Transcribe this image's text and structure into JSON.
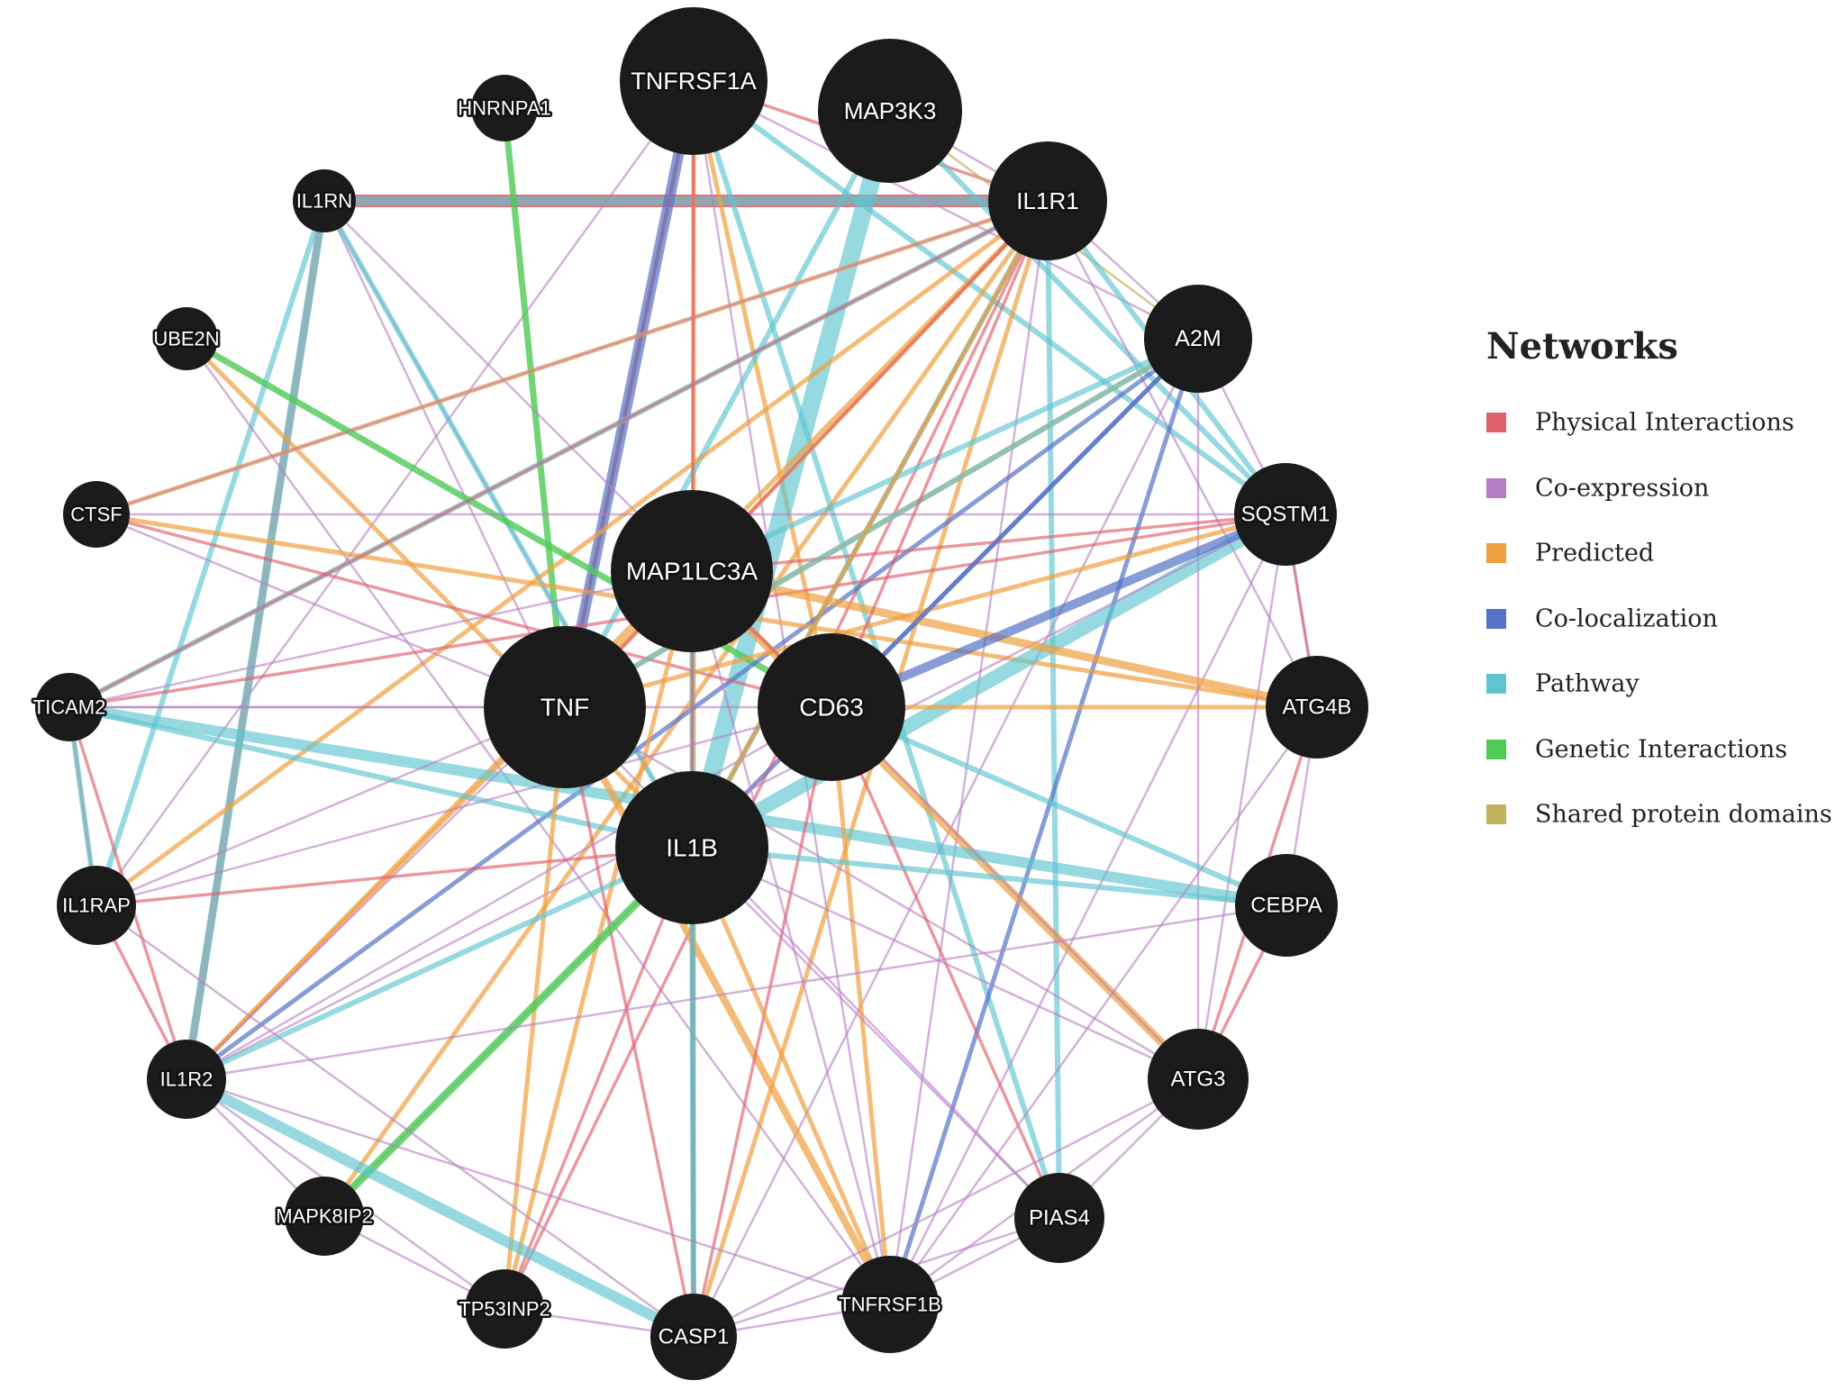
{
  "legend": {
    "title": "Networks",
    "items": [
      {
        "key": "physical",
        "label": "Physical Interactions",
        "color": "#e0606c"
      },
      {
        "key": "coexpression",
        "label": "Co-expression",
        "color": "#b57ec2"
      },
      {
        "key": "predicted",
        "label": "Predicted",
        "color": "#f0a040"
      },
      {
        "key": "colocalization",
        "label": "Co-localization",
        "color": "#5572c8"
      },
      {
        "key": "pathway",
        "label": "Pathway",
        "color": "#5ec4cf"
      },
      {
        "key": "genetic",
        "label": "Genetic Interactions",
        "color": "#4ecb55"
      },
      {
        "key": "domains",
        "label": "Shared protein domains",
        "color": "#c2b45c"
      }
    ]
  },
  "nodes": [
    {
      "id": "TNFRSF1A",
      "label": "TNFRSF1A"
    },
    {
      "id": "MAP3K3",
      "label": "MAP3K3"
    },
    {
      "id": "HNRNPA1",
      "label": "HNRNPA1"
    },
    {
      "id": "IL1RN",
      "label": "IL1RN"
    },
    {
      "id": "IL1R1",
      "label": "IL1R1"
    },
    {
      "id": "UBE2N",
      "label": "UBE2N"
    },
    {
      "id": "A2M",
      "label": "A2M"
    },
    {
      "id": "CTSF",
      "label": "CTSF"
    },
    {
      "id": "SQSTM1",
      "label": "SQSTM1"
    },
    {
      "id": "MAP1LC3A",
      "label": "MAP1LC3A"
    },
    {
      "id": "TICAM2",
      "label": "TICAM2"
    },
    {
      "id": "TNF",
      "label": "TNF"
    },
    {
      "id": "CD63",
      "label": "CD63"
    },
    {
      "id": "ATG4B",
      "label": "ATG4B"
    },
    {
      "id": "IL1B",
      "label": "IL1B"
    },
    {
      "id": "IL1RAP",
      "label": "IL1RAP"
    },
    {
      "id": "CEBPA",
      "label": "CEBPA"
    },
    {
      "id": "IL1R2",
      "label": "IL1R2"
    },
    {
      "id": "ATG3",
      "label": "ATG3"
    },
    {
      "id": "MAPK8IP2",
      "label": "MAPK8IP2"
    },
    {
      "id": "PIAS4",
      "label": "PIAS4"
    },
    {
      "id": "TP53INP2",
      "label": "TP53INP2"
    },
    {
      "id": "CASP1",
      "label": "CASP1"
    },
    {
      "id": "TNFRSF1B",
      "label": "TNFRSF1B"
    }
  ],
  "edges": [
    [
      "IL1RN",
      "IL1R1",
      "physical"
    ],
    [
      "IL1RN",
      "IL1R1",
      "physical"
    ],
    [
      "IL1RN",
      "IL1R1",
      "pathway"
    ],
    [
      "IL1R1",
      "TNFRSF1A",
      "physical"
    ],
    [
      "TNFRSF1A",
      "IL1B",
      "coexpression"
    ],
    [
      "TNFRSF1A",
      "TNF",
      "predicted"
    ],
    [
      "TNFRSF1A",
      "TNF",
      "physical"
    ],
    [
      "TNFRSF1A",
      "TNF",
      "colocalization"
    ],
    [
      "TNFRSF1A",
      "SQSTM1",
      "pathway"
    ],
    [
      "TNFRSF1A",
      "A2M",
      "coexpression"
    ],
    [
      "TNFRSF1A",
      "CASP1",
      "predicted"
    ],
    [
      "TNFRSF1A",
      "TNFRSF1B",
      "coexpression"
    ],
    [
      "TNFRSF1A",
      "IL1RAP",
      "coexpression"
    ],
    [
      "TNFRSF1A",
      "CD63",
      "predicted"
    ],
    [
      "TNFRSF1A",
      "PIAS4",
      "pathway"
    ],
    [
      "MAP3K3",
      "IL1B",
      "pathway"
    ],
    [
      "MAP3K3",
      "SQSTM1",
      "pathway"
    ],
    [
      "MAP3K3",
      "TNF",
      "pathway"
    ],
    [
      "MAP3K3",
      "IL1R1",
      "coexpression"
    ],
    [
      "MAP3K3",
      "A2M",
      "domains"
    ],
    [
      "HNRNPA1",
      "TNF",
      "genetic"
    ],
    [
      "IL1RN",
      "IL1R2",
      "physical"
    ],
    [
      "IL1RN",
      "IL1R2",
      "pathway"
    ],
    [
      "IL1RN",
      "IL1B",
      "coexpression"
    ],
    [
      "IL1RN",
      "TNF",
      "coexpression"
    ],
    [
      "IL1RN",
      "IL1RAP",
      "pathway"
    ],
    [
      "IL1RN",
      "CD63",
      "coexpression"
    ],
    [
      "IL1RN",
      "IL1B",
      "pathway"
    ],
    [
      "IL1R1",
      "IL1B",
      "physical"
    ],
    [
      "IL1R1",
      "IL1B",
      "pathway"
    ],
    [
      "IL1R1",
      "TICAM2",
      "pathway"
    ],
    [
      "IL1R1",
      "IL1R2",
      "predicted"
    ],
    [
      "IL1R1",
      "IL1RAP",
      "predicted"
    ],
    [
      "IL1R1",
      "TNF",
      "predicted"
    ],
    [
      "IL1R1",
      "CTSF",
      "predicted"
    ],
    [
      "IL1R1",
      "CASP1",
      "predicted"
    ],
    [
      "IL1R1",
      "TNFRSF1B",
      "coexpression"
    ],
    [
      "IL1R1",
      "SQSTM1",
      "pathway"
    ],
    [
      "IL1R1",
      "A2M",
      "coexpression"
    ],
    [
      "IL1R1",
      "ATG4B",
      "coexpression"
    ],
    [
      "IL1R1",
      "PIAS4",
      "pathway"
    ],
    [
      "IL1R1",
      "TP53INP2",
      "physical"
    ],
    [
      "IL1R1",
      "MAPK8IP2",
      "predicted"
    ],
    [
      "IL1R1",
      "TNF",
      "physical"
    ],
    [
      "UBE2N",
      "CD63",
      "genetic"
    ],
    [
      "UBE2N",
      "IL1B",
      "predicted"
    ],
    [
      "UBE2N",
      "TNFRSF1B",
      "coexpression"
    ],
    [
      "A2M",
      "IL1B",
      "colocalization"
    ],
    [
      "A2M",
      "TNF",
      "predicted"
    ],
    [
      "A2M",
      "CASP1",
      "coexpression"
    ],
    [
      "A2M",
      "IL1R2",
      "colocalization"
    ],
    [
      "A2M",
      "ATG3",
      "coexpression"
    ],
    [
      "A2M",
      "TNFRSF1B",
      "colocalization"
    ],
    [
      "A2M",
      "MAP1LC3A",
      "pathway"
    ],
    [
      "A2M",
      "SQSTM1",
      "coexpression"
    ],
    [
      "CTSF",
      "ATG4B",
      "predicted"
    ],
    [
      "CTSF",
      "SQSTM1",
      "coexpression"
    ],
    [
      "CTSF",
      "CD63",
      "physical"
    ],
    [
      "SQSTM1",
      "IL1B",
      "pathway"
    ],
    [
      "SQSTM1",
      "MAP1LC3A",
      "physical"
    ],
    [
      "SQSTM1",
      "TICAM2",
      "physical"
    ],
    [
      "SQSTM1",
      "TNFRSF1B",
      "coexpression"
    ],
    [
      "SQSTM1",
      "ATG4B",
      "physical"
    ],
    [
      "SQSTM1",
      "ATG3",
      "coexpression"
    ],
    [
      "SQSTM1",
      "IL1R2",
      "coexpression"
    ],
    [
      "SQSTM1",
      "TNF",
      "predicted"
    ],
    [
      "MAP1LC3A",
      "ATG4B",
      "predicted"
    ],
    [
      "MAP1LC3A",
      "ATG3",
      "predicted"
    ],
    [
      "MAP1LC3A",
      "TNFRSF1B",
      "coexpression"
    ],
    [
      "MAP1LC3A",
      "IL1R2",
      "predicted"
    ],
    [
      "MAP1LC3A",
      "TP53INP2",
      "predicted"
    ],
    [
      "MAP1LC3A",
      "CASP1",
      "pathway"
    ],
    [
      "MAP1LC3A",
      "TICAM2",
      "coexpression"
    ],
    [
      "MAP1LC3A",
      "CD63",
      "physical"
    ],
    [
      "TICAM2",
      "IL1R1",
      "physical"
    ],
    [
      "TICAM2",
      "CEBPA",
      "pathway"
    ],
    [
      "TICAM2",
      "IL1RAP",
      "physical"
    ],
    [
      "TICAM2",
      "IL1B",
      "pathway"
    ],
    [
      "TICAM2",
      "TNF",
      "coexpression"
    ],
    [
      "TICAM2",
      "IL1R2",
      "physical"
    ],
    [
      "TNF",
      "TNFRSF1B",
      "predicted"
    ],
    [
      "TNF",
      "CASP1",
      "physical"
    ],
    [
      "TNF",
      "IL1R2",
      "coexpression"
    ],
    [
      "TNF",
      "TP53INP2",
      "predicted"
    ],
    [
      "TNF",
      "PIAS4",
      "coexpression"
    ],
    [
      "TNF",
      "IL1RAP",
      "coexpression"
    ],
    [
      "TNF",
      "A2M",
      "pathway"
    ],
    [
      "TNF",
      "ATG3",
      "coexpression"
    ],
    [
      "CD63",
      "ATG4B",
      "predicted"
    ],
    [
      "CD63",
      "ATG3",
      "coexpression"
    ],
    [
      "CD63",
      "TNFRSF1B",
      "predicted"
    ],
    [
      "CD63",
      "CASP1",
      "physical"
    ],
    [
      "CD63",
      "PIAS4",
      "physical"
    ],
    [
      "CD63",
      "IL1R2",
      "coexpression"
    ],
    [
      "CD63",
      "CEBPA",
      "pathway"
    ],
    [
      "CD63",
      "TICAM2",
      "coexpression"
    ],
    [
      "CD63",
      "SQSTM1",
      "colocalization"
    ],
    [
      "CD63",
      "IL1R1",
      "physical"
    ],
    [
      "CD63",
      "A2M",
      "colocalization"
    ],
    [
      "CD63",
      "MAPK8IP2",
      "coexpression"
    ],
    [
      "IL1B",
      "IL1RAP",
      "physical"
    ],
    [
      "IL1B",
      "IL1R2",
      "pathway"
    ],
    [
      "IL1B",
      "CASP1",
      "physical"
    ],
    [
      "IL1B",
      "TNFRSF1B",
      "predicted"
    ],
    [
      "IL1B",
      "CASP1",
      "pathway"
    ],
    [
      "IL1B",
      "TP53INP2",
      "physical"
    ],
    [
      "IL1B",
      "PIAS4",
      "coexpression"
    ],
    [
      "IL1B",
      "ATG3",
      "coexpression"
    ],
    [
      "IL1B",
      "MAPK8IP2",
      "genetic"
    ],
    [
      "IL1B",
      "CEBPA",
      "pathway"
    ],
    [
      "IL1B",
      "TNFRSF1A",
      "physical"
    ],
    [
      "IL1B",
      "IL1R1",
      "predicted"
    ],
    [
      "IL1RAP",
      "IL1R2",
      "physical"
    ],
    [
      "IL1RAP",
      "TICAM2",
      "pathway"
    ],
    [
      "IL1RAP",
      "CD63",
      "coexpression"
    ],
    [
      "IL1RAP",
      "CASP1",
      "coexpression"
    ],
    [
      "IL1R2",
      "CASP1",
      "pathway"
    ],
    [
      "IL1R2",
      "TP53INP2",
      "coexpression"
    ],
    [
      "IL1R2",
      "MAPK8IP2",
      "coexpression"
    ],
    [
      "IL1R2",
      "TNFRSF1B",
      "coexpression"
    ],
    [
      "IL1R2",
      "CEBPA",
      "coexpression"
    ],
    [
      "CEBPA",
      "ATG4B",
      "coexpression"
    ],
    [
      "CEBPA",
      "ATG3",
      "physical"
    ],
    [
      "ATG3",
      "ATG4B",
      "physical"
    ],
    [
      "ATG3",
      "PIAS4",
      "coexpression"
    ],
    [
      "ATG3",
      "TNFRSF1B",
      "coexpression"
    ],
    [
      "ATG3",
      "CASP1",
      "coexpression"
    ],
    [
      "PIAS4",
      "CASP1",
      "coexpression"
    ],
    [
      "PIAS4",
      "TNFRSF1B",
      "coexpression"
    ],
    [
      "MAPK8IP2",
      "TP53INP2",
      "coexpression"
    ],
    [
      "TP53INP2",
      "CASP1",
      "coexpression"
    ],
    [
      "CASP1",
      "TNFRSF1B",
      "coexpression"
    ],
    [
      "TNFRSF1B",
      "ATG4B",
      "coexpression"
    ],
    [
      "ATG4B",
      "SQSTM1",
      "coexpression"
    ],
    [
      "CTSF",
      "TNF",
      "coexpression"
    ],
    [
      "CTSF",
      "IL1R1",
      "coexpression"
    ]
  ]
}
